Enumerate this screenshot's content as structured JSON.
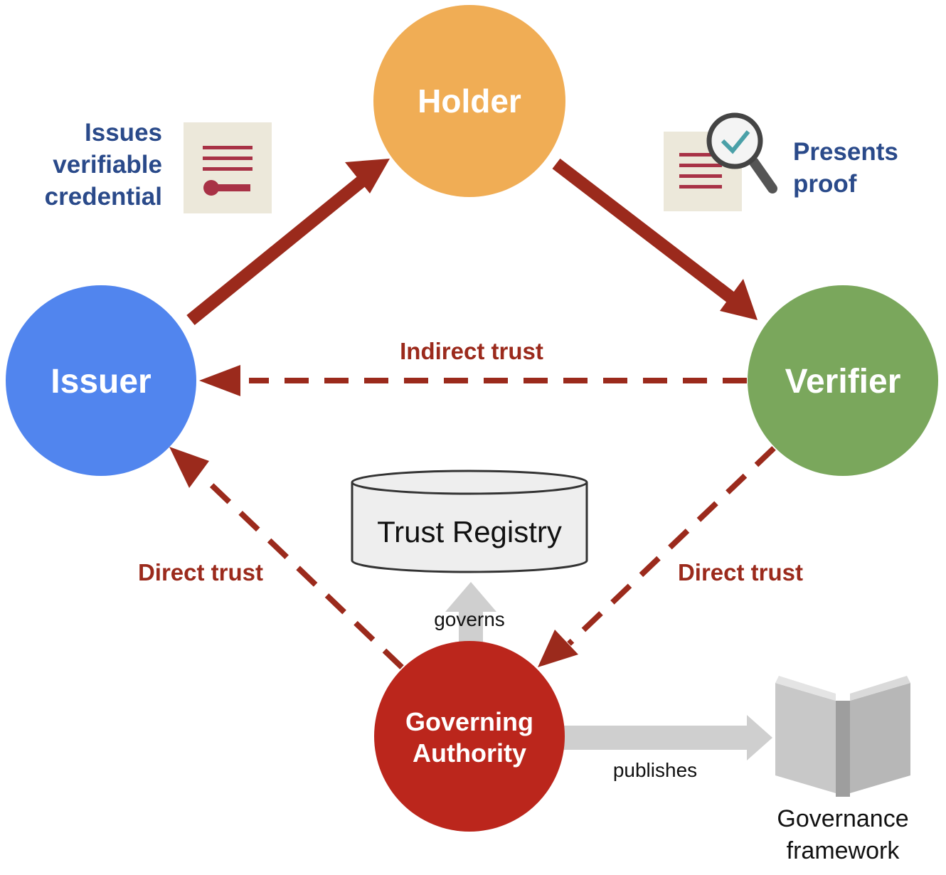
{
  "nodes": {
    "holder": {
      "label": "Holder",
      "color": "#f0ad55"
    },
    "issuer": {
      "label": "Issuer",
      "color": "#5185ee"
    },
    "verifier": {
      "label": "Verifier",
      "color": "#7aa75c"
    },
    "governing_authority": {
      "line1": "Governing",
      "line2": "Authority",
      "color": "#bb261c"
    }
  },
  "edges": {
    "issues": {
      "line1": "Issues",
      "line2": "verifiable",
      "line3": "credential"
    },
    "presents": {
      "line1": "Presents",
      "line2": "proof"
    },
    "indirect_trust": "Indirect trust",
    "direct_trust_left": "Direct trust",
    "direct_trust_right": "Direct trust",
    "governs": "governs",
    "publishes": "publishes"
  },
  "trust_registry": {
    "label": "Trust Registry"
  },
  "governance_framework": {
    "line1": "Governance",
    "line2": "framework"
  },
  "colors": {
    "arrow": "#9b2a1c",
    "note_text": "#2a4a8a",
    "gray_arrow": "#cfcfcf",
    "document": "#a83246",
    "paper": "#ece8da"
  },
  "icons": {
    "credential": "credential-document-icon",
    "proof": "magnifier-document-icon",
    "framework": "open-book-icon"
  }
}
